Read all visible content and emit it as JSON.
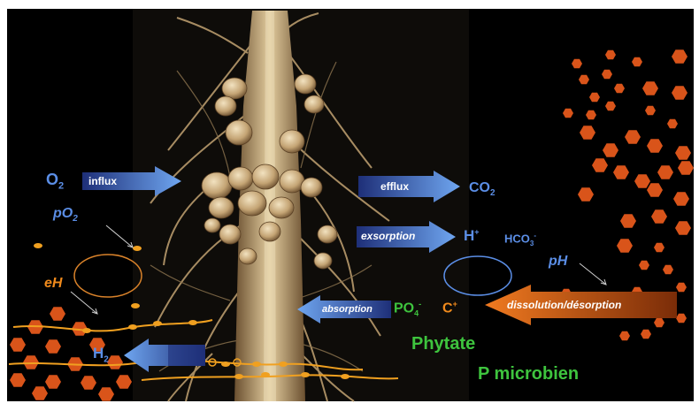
{
  "colors": {
    "background": "#000000",
    "oxygen_blue": "#5b8ee6",
    "hexagon_orange": "#d9541a",
    "chain_orange": "#f0a020",
    "phosphate_green": "#3ec43e",
    "root_tan": "#c8a577"
  },
  "labels": {
    "o2": "O",
    "o2_sub": "2",
    "influx": "influx",
    "po2": "pO",
    "po2_sub": "2",
    "eh": "eH",
    "h2": "H",
    "h2_sub": "2",
    "efflux": "efflux",
    "co2": "CO",
    "co2_sub": "2",
    "exsorption": "exsorption",
    "hplus": "H",
    "hplus_sup": "+",
    "hco3": "HCO",
    "hco3_sub": "3",
    "hco3_sup": "-",
    "ph": "pH",
    "absorption": "absorption",
    "po4": "PO",
    "po4_sub": "4",
    "po4_sup": "-",
    "cplus": "C",
    "cplus_sup": "+",
    "dissolution": "dissolution/désorption",
    "phytate": "Phytate",
    "p_microbien": "P microbien"
  }
}
